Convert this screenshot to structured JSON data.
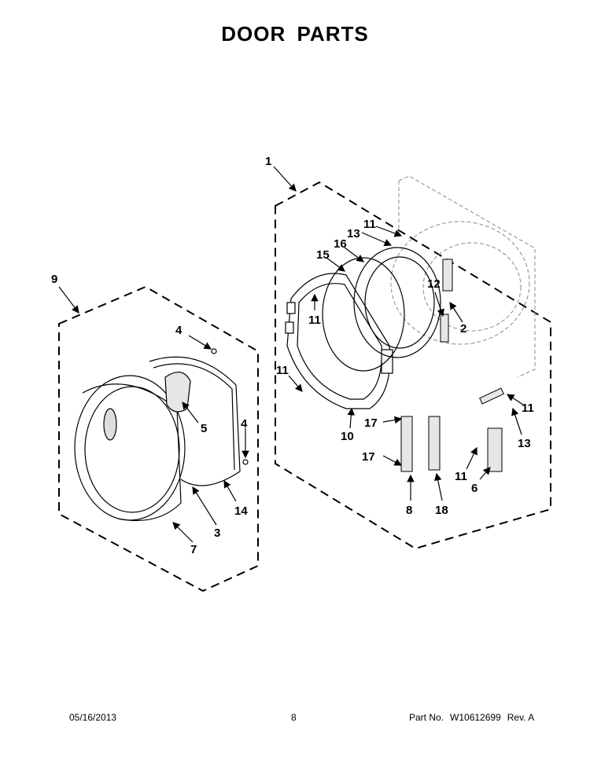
{
  "title": "DOOR PARTS",
  "callouts": {
    "c1": "1",
    "c2": "2",
    "c3": "3",
    "c4a": "4",
    "c4b": "4",
    "c5": "5",
    "c6": "6",
    "c7": "7",
    "c8": "8",
    "c9": "9",
    "c10": "10",
    "c11a": "11",
    "c11b": "11",
    "c11c": "11",
    "c11d": "11",
    "c11e": "11",
    "c12": "12",
    "c13a": "13",
    "c13b": "13",
    "c14": "14",
    "c15": "15",
    "c16": "16",
    "c17a": "17",
    "c17b": "17",
    "c18": "18"
  },
  "footer": {
    "date": "05/16/2013",
    "page": "8",
    "part_label": "Part No.",
    "part_no": "W10612699",
    "rev": "Rev. A"
  },
  "colors": {
    "ink": "#000000",
    "phantom": "#888888",
    "panel_fill": "#f2f2f2"
  }
}
